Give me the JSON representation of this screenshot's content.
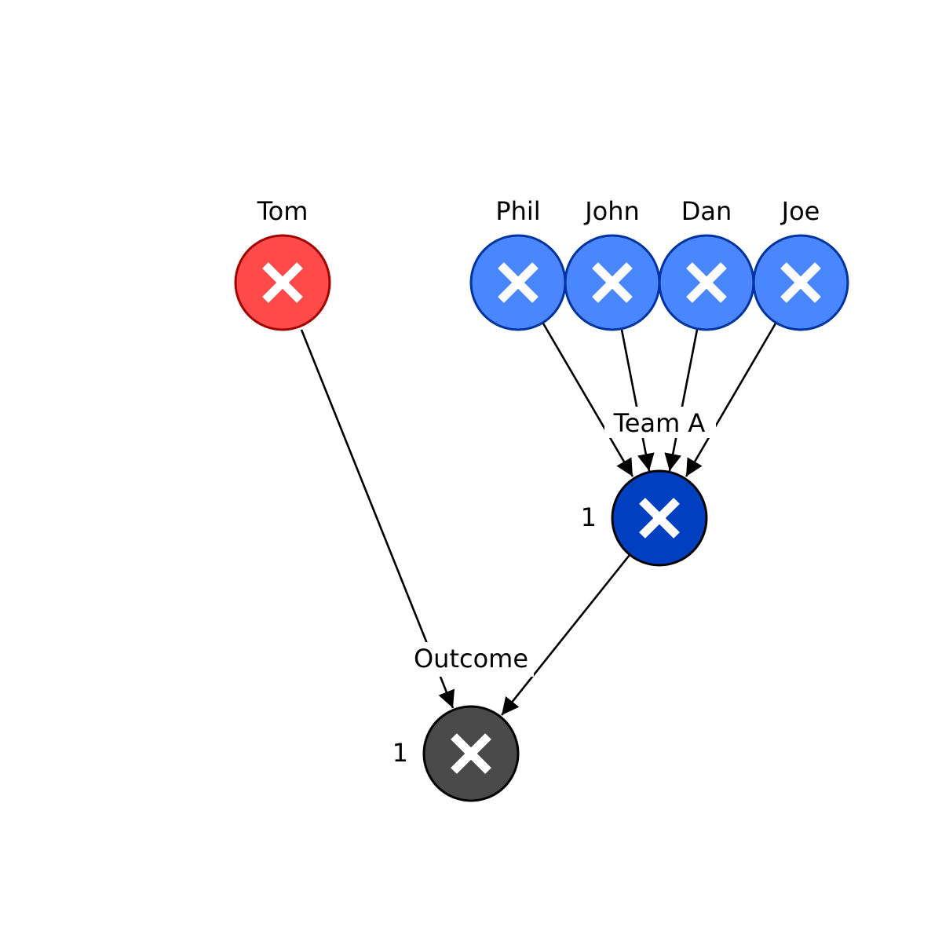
{
  "players": {
    "tom": {
      "label": "Tom",
      "fill": "#ff4a4a",
      "stroke": "#a30000",
      "icon": "x-icon"
    },
    "phil": {
      "label": "Phil",
      "fill": "#4a87ff",
      "stroke": "#0032a0",
      "icon": "x-icon"
    },
    "john": {
      "label": "John",
      "fill": "#4a87ff",
      "stroke": "#0032a0",
      "icon": "x-icon"
    },
    "dan": {
      "label": "Dan",
      "fill": "#4a87ff",
      "stroke": "#0032a0",
      "icon": "x-icon"
    },
    "joe": {
      "label": "Joe",
      "fill": "#4a87ff",
      "stroke": "#0032a0",
      "icon": "x-icon"
    }
  },
  "team": {
    "label": "Team A",
    "value": "1",
    "fill": "#0040c0",
    "stroke": "#000000",
    "icon": "x-icon"
  },
  "outcome": {
    "label": "Outcome",
    "value": "1",
    "fill": "#4a4a4a",
    "stroke": "#000000",
    "icon": "x-icon"
  }
}
